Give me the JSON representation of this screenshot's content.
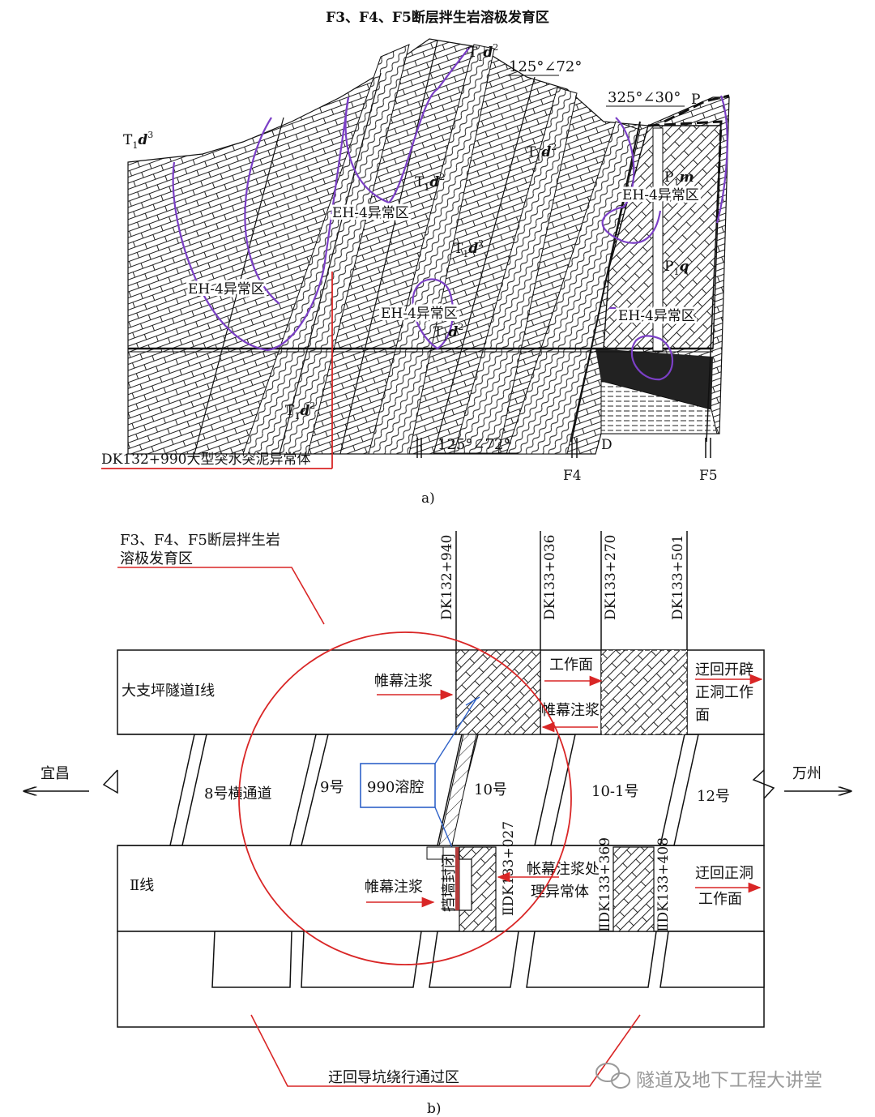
{
  "palette": {
    "line": "#111111",
    "anomaly": "#7b3fc6",
    "callout": "#d92626",
    "karst_box": "#2f62c8",
    "watermark": "#9a9a9a"
  },
  "figure_a": {
    "title": "F3、F4、F5断层拌生岩溶极发育区",
    "caption": "a)",
    "strata": {
      "t1d3": {
        "base": "T",
        "sub": "1",
        "main": "d",
        "sup": "3"
      },
      "t1d2": {
        "base": "T",
        "sub": "1",
        "main": "d",
        "sup": "2"
      },
      "p1m": {
        "base": "P",
        "sub": "1",
        "main": "m",
        "sup": ""
      },
      "p1q": {
        "base": "P",
        "sub": "1",
        "main": "q",
        "sup": ""
      },
      "p": "P",
      "d": "D"
    },
    "attitudes": {
      "top": "125°∠72°",
      "bottom": "125°∠72°",
      "right": "325°∠30°"
    },
    "anomaly_label": "EH-4异常区",
    "faults": [
      "F4",
      "F5"
    ],
    "callout": "DK132+990大型突水突泥异常体"
  },
  "figure_b": {
    "caption": "b)",
    "zone_label_line1": "F3、F4、F5断层拌生岩",
    "zone_label_line2": "溶极发育区",
    "stations_top": [
      "DK132+940",
      "DK133+036",
      "DK133+270",
      "DK133+501"
    ],
    "stations_line2": [
      "ⅡDK133+027",
      "ⅡDK133+369",
      "ⅡDK133+408"
    ],
    "line1_name": "大支坪隧道Ⅰ线",
    "line2_name": "Ⅱ线",
    "left_dir": "宜昌",
    "right_dir": "万州",
    "grouting_left_1": "帷幕注浆",
    "grouting_left_2": "帷幕注浆",
    "working_face": "工作面",
    "grouting_back": "帷幕注浆",
    "detour_line1": [
      "迂回开辟",
      "正洞工作",
      "面"
    ],
    "detour_line2": [
      "迂回正洞",
      "工作面"
    ],
    "passages": {
      "p8": "8号横通道",
      "p9": "9号",
      "p10": "10号",
      "p10_1": "10-1号",
      "p12": "12号"
    },
    "karst_cavity": "990溶腔",
    "seal_wall": "挡墙封闭",
    "treatment": [
      "帐幕注浆处",
      "理异常体"
    ],
    "bypass": "迂回导坑绕行通过区"
  },
  "watermark": "隧道及地下工程大讲堂"
}
